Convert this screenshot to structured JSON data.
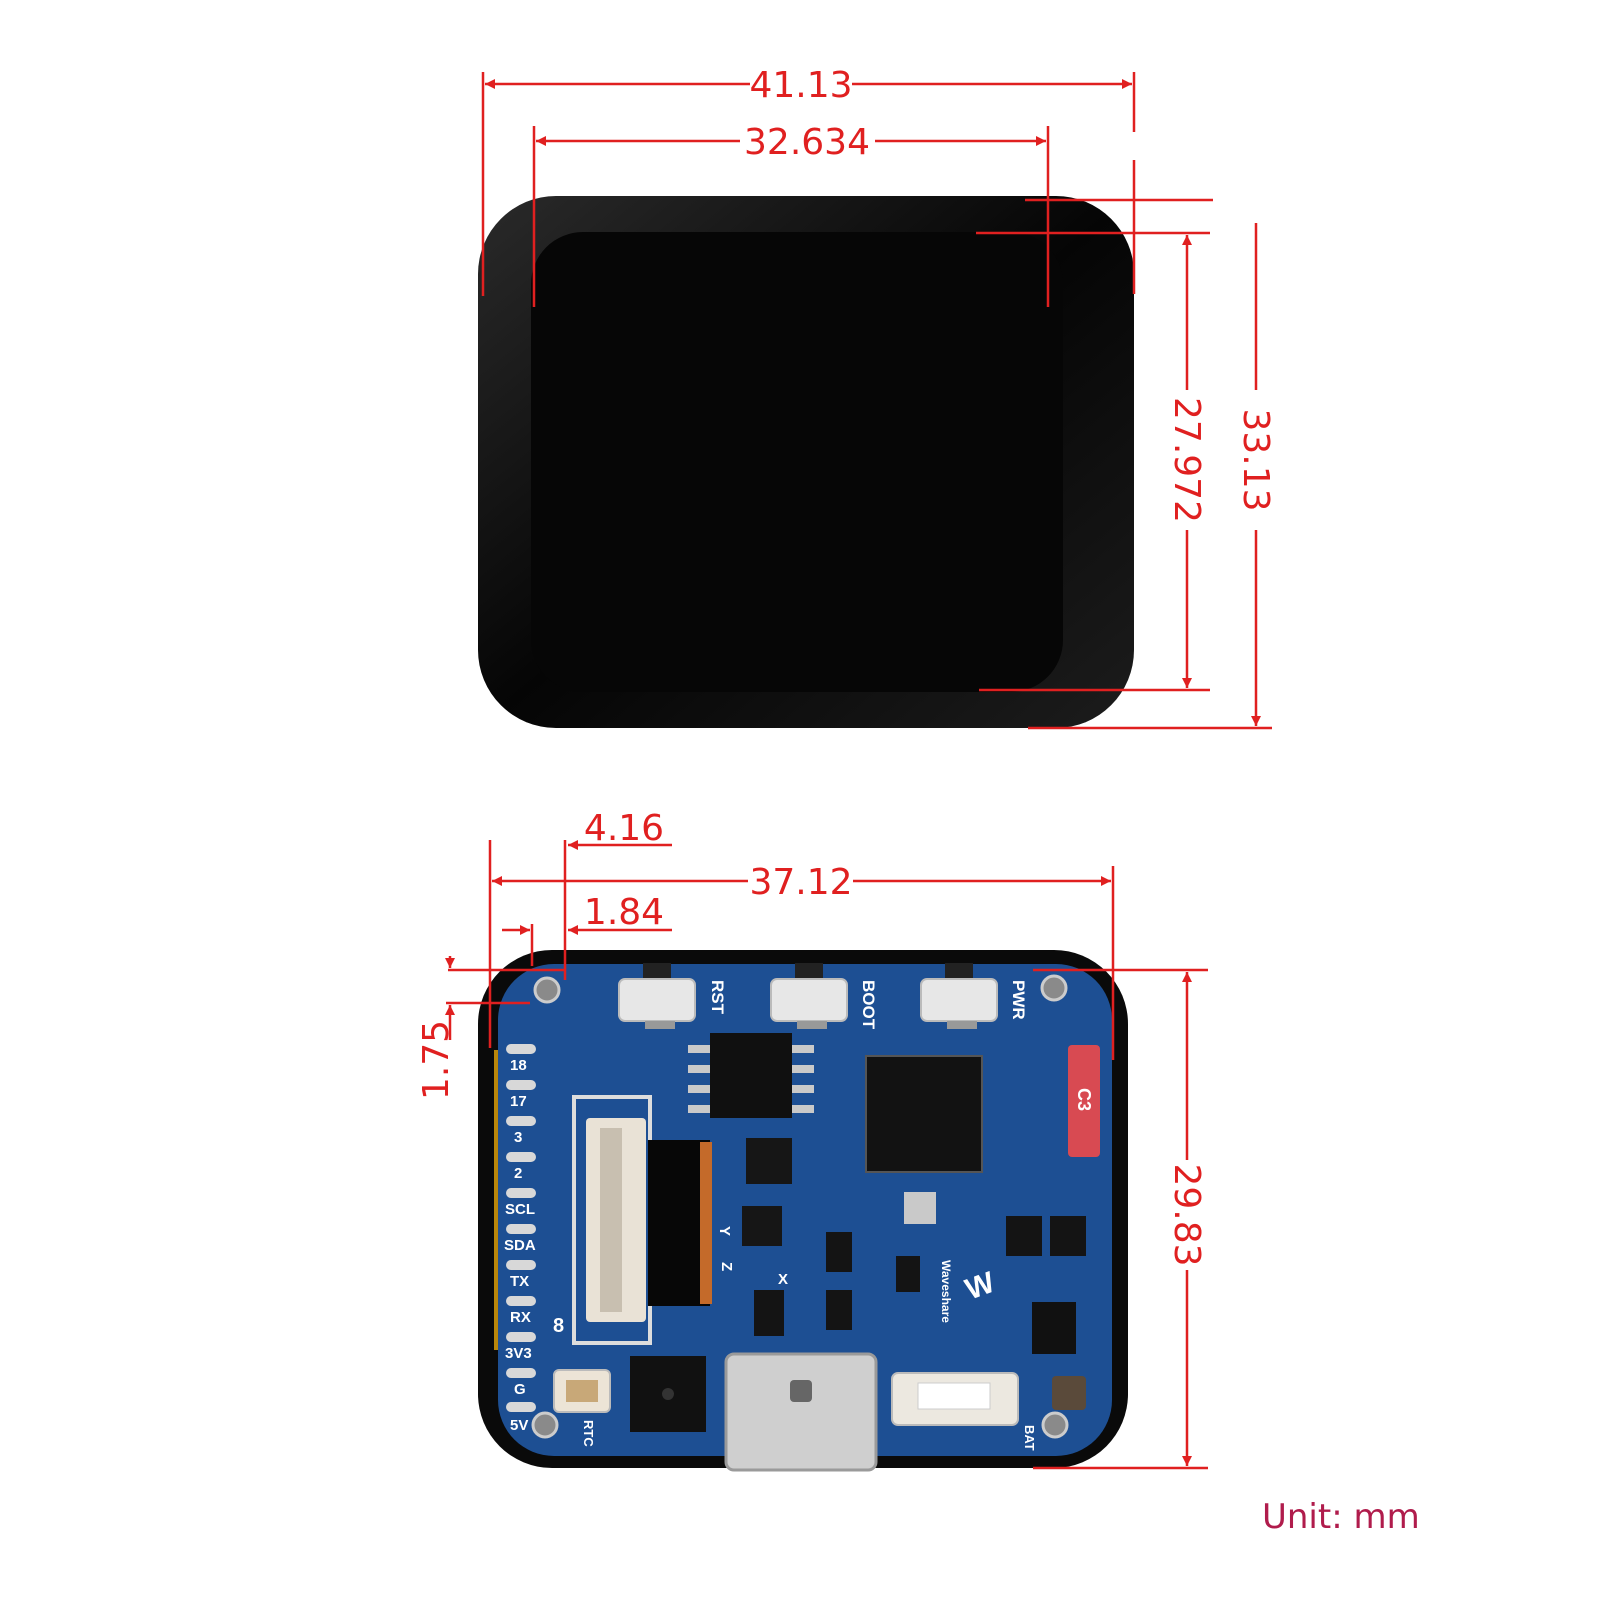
{
  "units": {
    "label": "Unit: mm"
  },
  "display_view": {
    "dimensions": {
      "outer_width": "41.13",
      "active_width": "32.634",
      "active_height": "27.972",
      "outer_height": "33.13"
    }
  },
  "board_view": {
    "dimensions": {
      "offset_a": "4.16",
      "board_width": "37.12",
      "offset_b": "1.84",
      "offset_c": "1.75",
      "board_height": "29.83"
    },
    "buttons": [
      "RST",
      "BOOT",
      "PWR"
    ],
    "pins": [
      "18",
      "17",
      "3",
      "2",
      "SCL",
      "SDA",
      "TX",
      "RX",
      "3V3",
      "G",
      "5V"
    ],
    "chip_label": "C3",
    "axis_labels": {
      "x": "X",
      "y": "Y",
      "z": "Z"
    },
    "connector_labels": {
      "rtc": "RTC",
      "bat": "BAT"
    },
    "fpc_number": "8"
  },
  "colors": {
    "dimension": "#e02020",
    "unit_text": "#b01c4c",
    "pcb": "#1d4f93",
    "bezel": "#0a0a0a"
  }
}
